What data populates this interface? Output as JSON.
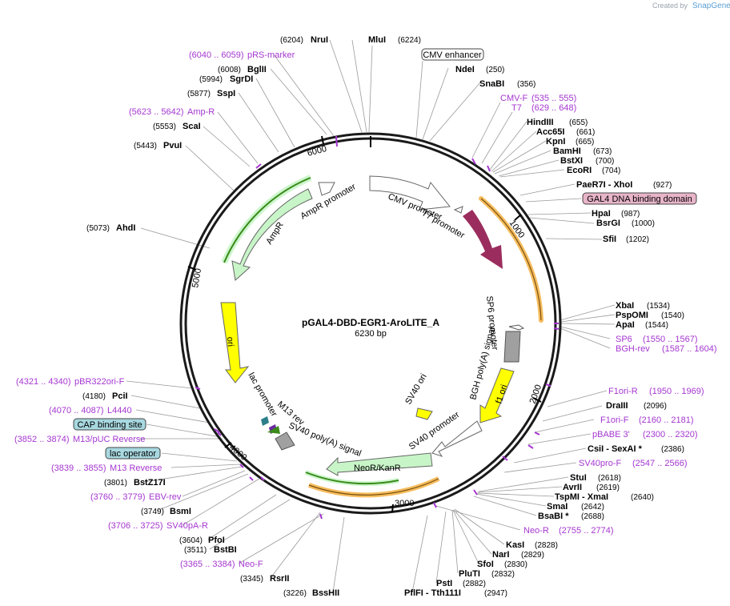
{
  "credit": {
    "prefix": "Created by",
    "brand": "SnapGene"
  },
  "title": "pGAL4-DBD-EGR1-AroLITE_A",
  "subtitle": "6230 bp",
  "ticks": [
    "1000",
    "2000",
    "3000",
    "4000",
    "5000",
    "6000"
  ],
  "sites": [
    {
      "name": "NruI",
      "pos": "(6204)"
    },
    {
      "name": "MluI",
      "pos": "(6224)"
    },
    {
      "name": "NdeI",
      "pos": "(250)"
    },
    {
      "name": "SnaBI",
      "pos": "(356)"
    },
    {
      "name": "HindIII",
      "pos": "(655)"
    },
    {
      "name": "Acc65I",
      "pos": "(661)"
    },
    {
      "name": "KpnI",
      "pos": "(665)"
    },
    {
      "name": "BamHI",
      "pos": "(673)"
    },
    {
      "name": "BstXI",
      "pos": "(700)"
    },
    {
      "name": "EcoRI",
      "pos": "(704)"
    },
    {
      "name": "PaeR7I  - XhoI",
      "pos": "(927)"
    },
    {
      "name": "HpaI",
      "pos": "(987)"
    },
    {
      "name": "BsrGI",
      "pos": "(1000)"
    },
    {
      "name": "SfiI",
      "pos": "(1202)"
    },
    {
      "name": "XbaI",
      "pos": "(1534)"
    },
    {
      "name": "PspOMI",
      "pos": "(1540)"
    },
    {
      "name": "ApaI",
      "pos": "(1544)"
    },
    {
      "name": "DraIII",
      "pos": "(2096)"
    },
    {
      "name": "CsiI  - SexAI *",
      "pos": "(2386)"
    },
    {
      "name": "StuI",
      "pos": "(2618)"
    },
    {
      "name": "AvrII",
      "pos": "(2619)"
    },
    {
      "name": "TspMI  - XmaI",
      "pos": "(2640)"
    },
    {
      "name": "SmaI",
      "pos": "(2642)"
    },
    {
      "name": "BsaBI *",
      "pos": "(2688)"
    },
    {
      "name": "KasI",
      "pos": "(2828)"
    },
    {
      "name": "NarI",
      "pos": "(2829)"
    },
    {
      "name": "SfoI",
      "pos": "(2830)"
    },
    {
      "name": "PluTI",
      "pos": "(2832)"
    },
    {
      "name": "PstI",
      "pos": "(2882)"
    },
    {
      "name": "PflFI  - Tth111I",
      "pos": "(2947)"
    },
    {
      "name": "BssHII",
      "pos": "(3226)"
    },
    {
      "name": "RsrII",
      "pos": "(3345)"
    },
    {
      "name": "BstBI",
      "pos": "(3511)"
    },
    {
      "name": "PfoI",
      "pos": "(3604)"
    },
    {
      "name": "BsmI",
      "pos": "(3749)"
    },
    {
      "name": "BstZ17I",
      "pos": "(3801)"
    },
    {
      "name": "PciI",
      "pos": "(4180)"
    },
    {
      "name": "AhdI",
      "pos": "(5073)"
    },
    {
      "name": "PvuI",
      "pos": "(5443)"
    },
    {
      "name": "ScaI",
      "pos": "(5553)"
    },
    {
      "name": "SspI",
      "pos": "(5877)"
    },
    {
      "name": "SgrDI",
      "pos": "(5994)"
    },
    {
      "name": "BglII",
      "pos": "(6008)"
    }
  ],
  "primers": [
    {
      "name": "pRS-marker",
      "range": "(6040 .. 6059)"
    },
    {
      "name": "Amp-R",
      "range": "(5623 .. 5642)"
    },
    {
      "name": "CMV-F",
      "range": "(535 .. 555)"
    },
    {
      "name": "T7",
      "range": "(629 .. 648)"
    },
    {
      "name": "SP6",
      "range": "(1550 .. 1567)"
    },
    {
      "name": "BGH-rev",
      "range": "(1587 .. 1604)"
    },
    {
      "name": "F1ori-R",
      "range": "(1950 .. 1969)"
    },
    {
      "name": "F1ori-F",
      "range": "(2160 .. 2181)"
    },
    {
      "name": "pBABE 3'",
      "range": "(2300 .. 2320)"
    },
    {
      "name": "SV40pro-F",
      "range": "(2547 .. 2566)"
    },
    {
      "name": "Neo-R",
      "range": "(2755 .. 2774)"
    },
    {
      "name": "Neo-F",
      "range": "(3365 .. 3384)"
    },
    {
      "name": "SV40pA-R",
      "range": "(3706 .. 3725)"
    },
    {
      "name": "EBV-rev",
      "range": "(3760 .. 3779)"
    },
    {
      "name": "M13 Reverse",
      "range": "(3839 .. 3855)"
    },
    {
      "name": "M13/pUC Reverse",
      "range": "(3852 .. 3874)"
    },
    {
      "name": "L4440",
      "range": "(4070 .. 4087)"
    },
    {
      "name": "pBR322ori-F",
      "range": "(4321 .. 4340)"
    }
  ],
  "boxed": [
    {
      "name": "CMV enhancer",
      "fill": "#ffffff"
    },
    {
      "name": "GAL4 DNA binding domain",
      "fill": "#e8b4c8"
    },
    {
      "name": "CAP binding site",
      "fill": "#a8d8e0"
    },
    {
      "name": "lac operator",
      "fill": "#a8d8e0"
    }
  ],
  "inner_labels": [
    "CMV promoter",
    "T7 promoter",
    "AmpR promoter",
    "AmpR",
    "ori",
    "SP6 promoter",
    "BGH poly(A) signal",
    "f1 ori",
    "SV40 ori",
    "SV40 promoter",
    "NeoR/KanR",
    "lac promoter",
    "M13 rev",
    "SV40 poly(A) signal"
  ],
  "colors": {
    "backbone": "#1a1a1a",
    "primer": "#a537d0",
    "amp": "#c8f5c8",
    "ori": "#ffff00",
    "gal4": "#9b2d5e",
    "orange": "#f5b041",
    "green_line": "#3a8a1a",
    "grey": "#a0a0a0"
  }
}
